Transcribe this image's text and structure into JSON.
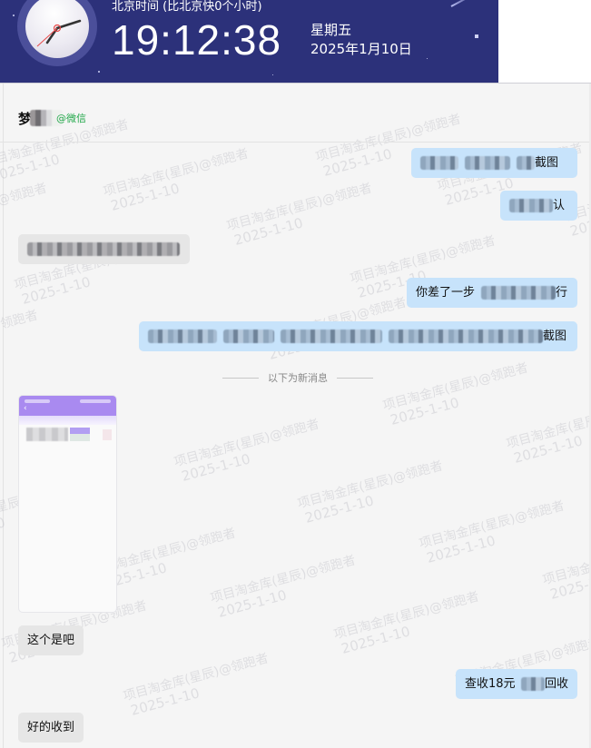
{
  "clock": {
    "timezone_label": "北京时间 (比北京快0个小时)",
    "time": "19:12:38",
    "weekday": "星期五",
    "date": "2025年1月10日",
    "colors": {
      "banner_bg": "#2c317a",
      "ring": "#4b4f9a",
      "second_hand": "#e84a4a"
    }
  },
  "chat": {
    "header": {
      "contact_name_visible": "梦",
      "contact_source": "@微信"
    },
    "watermark": {
      "line1": "项目淘金库(星辰)@领跑者",
      "line2": "2025-1-10"
    },
    "new_messages_divider": "以下为新消息",
    "messages": [
      {
        "side": "me",
        "text_suffix": "截图",
        "redacted": true
      },
      {
        "side": "me",
        "text_suffix": "认",
        "redacted": true
      },
      {
        "side": "them",
        "text_suffix": "",
        "redacted": true
      },
      {
        "side": "me",
        "text_prefix": "你差了一步",
        "text_suffix": "行",
        "redacted": true
      },
      {
        "side": "me",
        "text_suffix": "截图",
        "redacted": true
      },
      {
        "side": "them",
        "type": "image",
        "description": "phone screenshot, purple header"
      },
      {
        "side": "them",
        "text": "这个是吧"
      },
      {
        "side": "me",
        "text_prefix": "查收18元",
        "text_suffix": "回收",
        "redacted": true
      },
      {
        "side": "them",
        "text": "好的收到"
      }
    ],
    "colors": {
      "bg": "#f5f5f5",
      "me_bubble": "#c7e3fb",
      "them_bubble": "#e6e6e6",
      "source_green": "#22a84a"
    }
  }
}
